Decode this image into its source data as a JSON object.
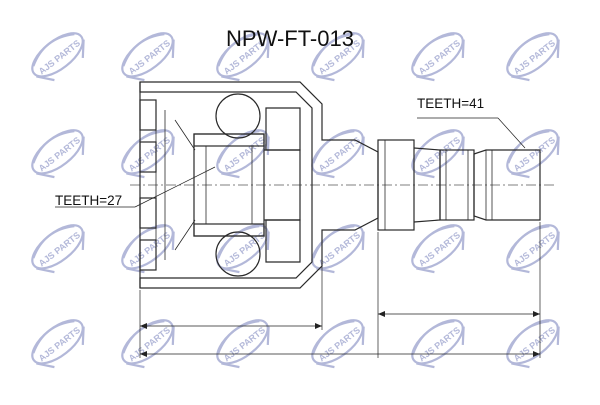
{
  "drawing": {
    "title": "NPW-FT-013",
    "label_left": "TEETH=27",
    "label_right": "TEETH=41"
  },
  "watermark": {
    "text": "AJS PARTS",
    "color": "#1a2a8c"
  }
}
